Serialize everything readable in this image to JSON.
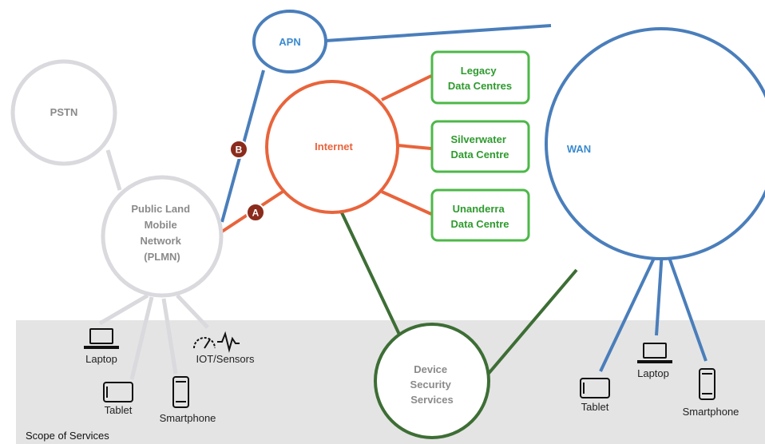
{
  "scope": {
    "label": "Scope of Services"
  },
  "nodes": {
    "pstn": "PSTN",
    "plmn": [
      "Public Land",
      "Mobile",
      "Network",
      "(PLMN)"
    ],
    "apn": "APN",
    "internet": "Internet",
    "wan": "WAN",
    "legacy": [
      "Legacy",
      "Data Centres"
    ],
    "silverwater": [
      "Silverwater",
      "Data Centre"
    ],
    "unanderra": [
      "Unanderra",
      "Data Centre"
    ],
    "security": [
      "Device",
      "Security",
      "Services"
    ]
  },
  "badges": {
    "a": "A",
    "b": "B"
  },
  "devices": {
    "left": {
      "laptop": "Laptop",
      "tablet": "Tablet",
      "smartphone": "Smartphone",
      "iot": "IOT/Sensors"
    },
    "right": {
      "tablet": "Tablet",
      "laptop": "Laptop",
      "smartphone": "Smartphone"
    }
  },
  "colors": {
    "blue": "#4a7ebb",
    "orange": "#e8643c",
    "green_box": "#4cb848",
    "green_text": "#2e9a2e",
    "dark_green": "#3d6e35",
    "gray_circle": "#d9d9de",
    "gray_text": "#8a8a8a",
    "badge": "#8b2b1c",
    "apn_text": "#3a8ad0",
    "scope_bg": "#e4e4e4"
  }
}
